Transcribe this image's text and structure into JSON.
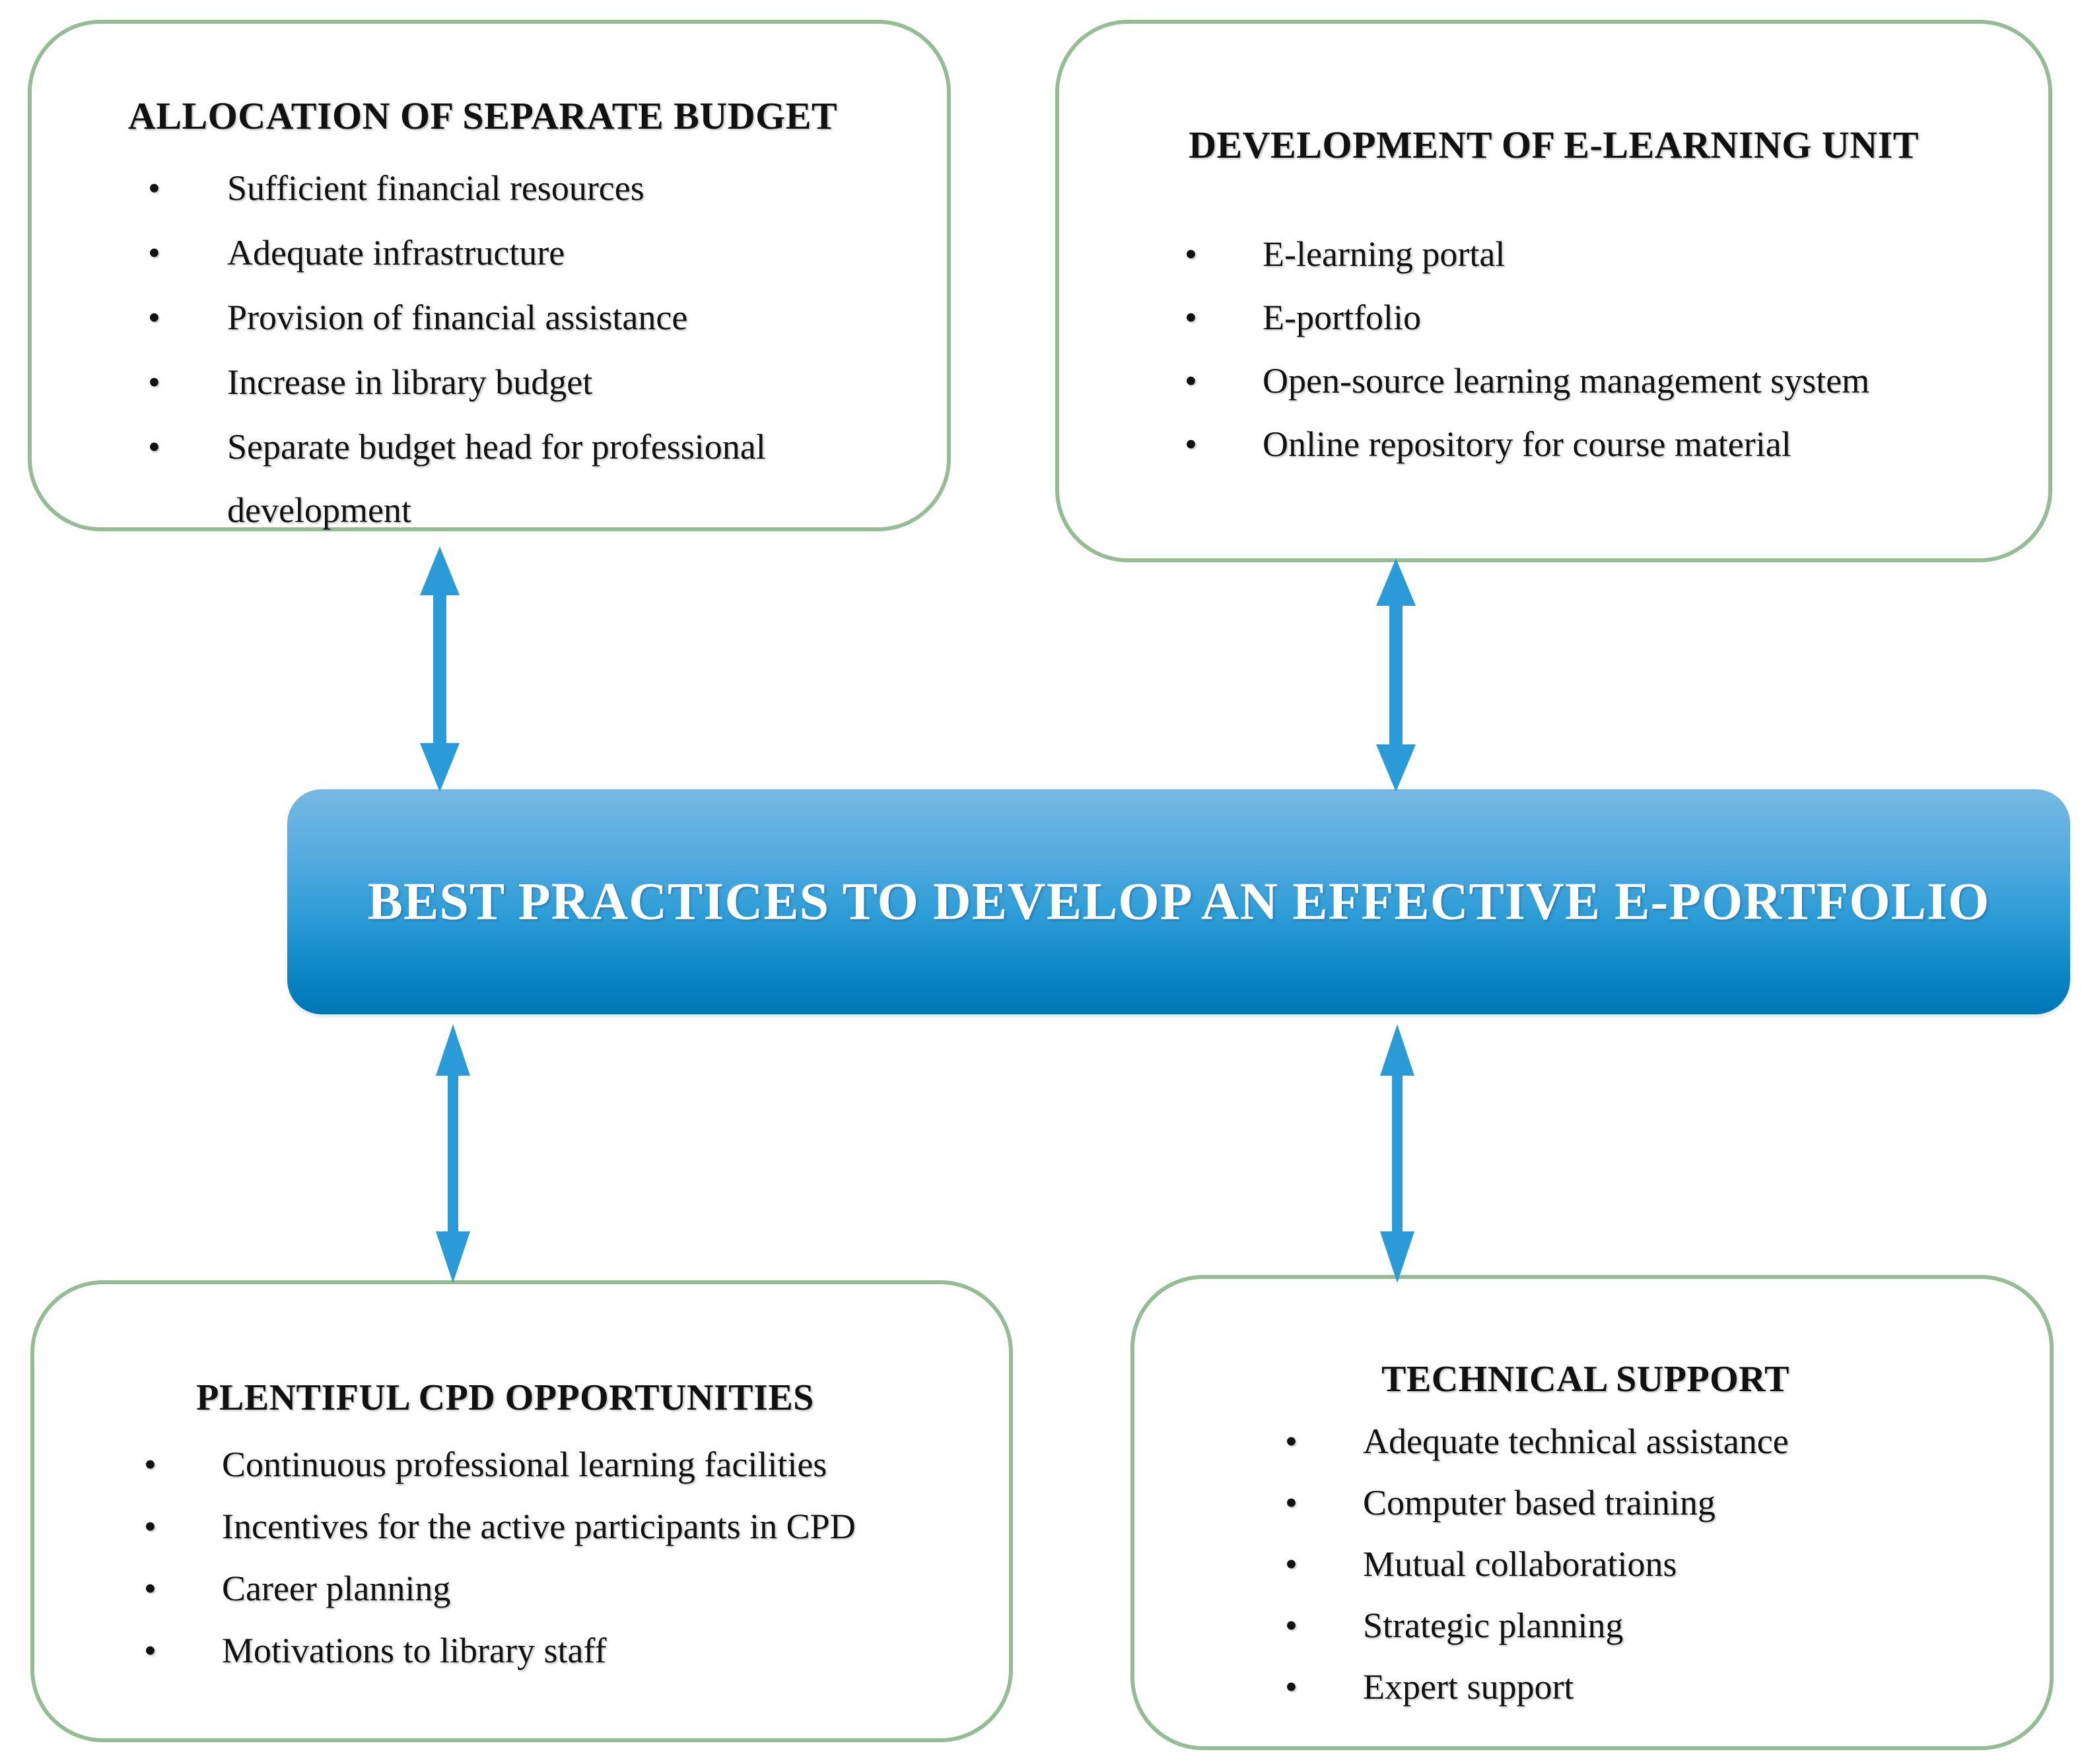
{
  "diagram": {
    "center": {
      "title": "BEST PRACTICES TO DEVELOP AN EFFECTIVE E-PORTFOLIO",
      "gradient_top": "#75b9e3",
      "gradient_bottom": "#0077b5"
    },
    "box_border_color": "#95bd95",
    "arrow_color": "#2a9bd6",
    "bullet_glyph": "•",
    "boxes": [
      {
        "id": "allocation-of-separate-budget",
        "title": "ALLOCATION OF SEPARATE BUDGET",
        "items": [
          "Sufficient financial resources",
          "Adequate infrastructure",
          "Provision of financial assistance",
          "Increase in library budget",
          "Separate budget head for professional development"
        ]
      },
      {
        "id": "development-of-e-learning-unit",
        "title": "DEVELOPMENT OF E-LEARNING UNIT",
        "items": [
          "E-learning portal",
          "E-portfolio",
          "Open-source learning management system",
          "Online repository for course material"
        ]
      },
      {
        "id": "plentiful-cpd-opportunities",
        "title": "PLENTIFUL CPD OPPORTUNITIES",
        "items": [
          "Continuous professional learning facilities",
          "Incentives for the active participants in CPD",
          "Career planning",
          "Motivations to library staff"
        ]
      },
      {
        "id": "technical-support",
        "title": "TECHNICAL SUPPORT",
        "items": [
          "Adequate technical assistance",
          "Computer based training",
          "Mutual collaborations",
          "Strategic planning",
          "Expert support"
        ]
      }
    ],
    "connectors": [
      {
        "id": "budget-to-center",
        "kind": "double-headed-vertical-arrow"
      },
      {
        "id": "elearning-to-center",
        "kind": "double-headed-vertical-arrow"
      },
      {
        "id": "center-to-cpd",
        "kind": "double-headed-vertical-arrow"
      },
      {
        "id": "center-to-technical-support",
        "kind": "double-headed-vertical-arrow"
      }
    ]
  }
}
